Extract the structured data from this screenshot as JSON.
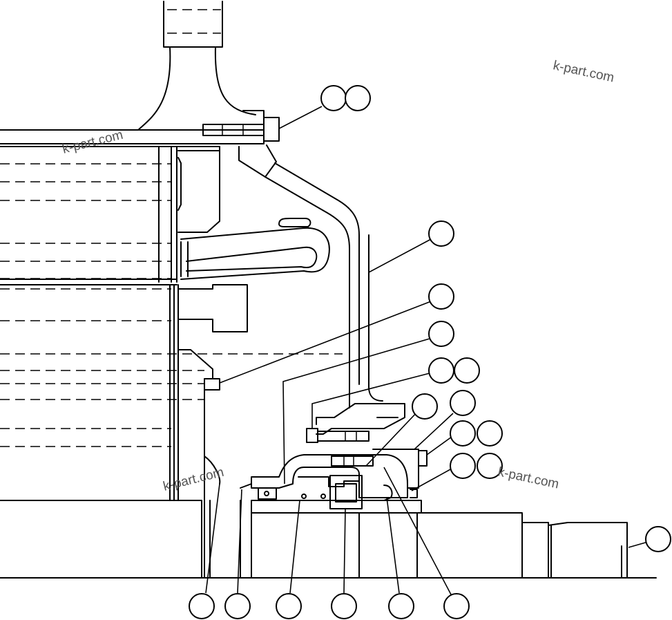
{
  "watermarks": {
    "top_right": "k-part.com",
    "upper_left": "k-part.com",
    "lower_left": "k-part.com",
    "lower_right": "k-part.com"
  }
}
